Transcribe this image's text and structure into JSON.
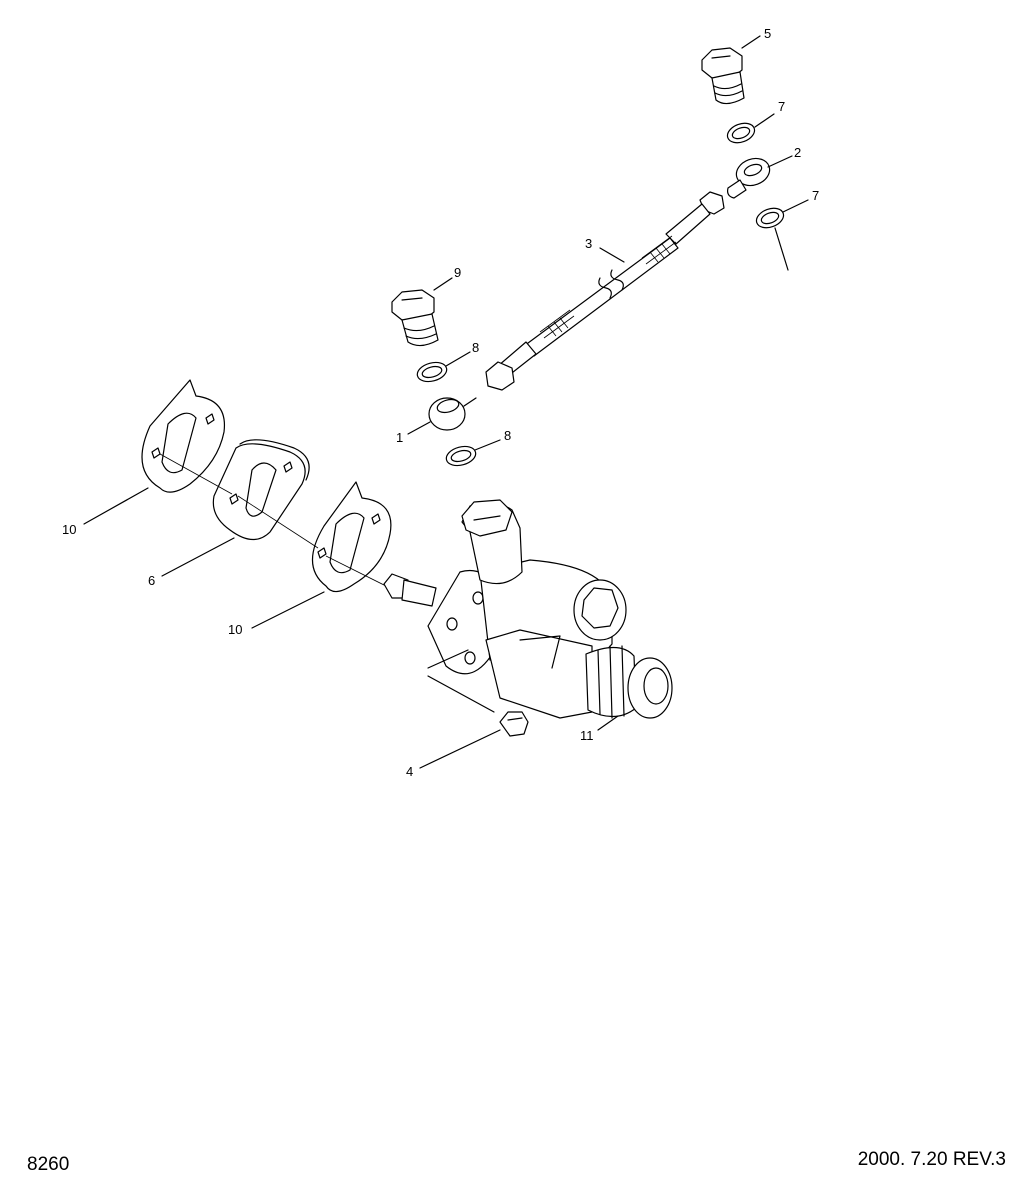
{
  "diagram": {
    "callouts": [
      {
        "id": "c1",
        "label": "1"
      },
      {
        "id": "c2",
        "label": "2"
      },
      {
        "id": "c3",
        "label": "3"
      },
      {
        "id": "c4",
        "label": "4"
      },
      {
        "id": "c5",
        "label": "5"
      },
      {
        "id": "c6",
        "label": "6"
      },
      {
        "id": "c7a",
        "label": "7"
      },
      {
        "id": "c7b",
        "label": "7"
      },
      {
        "id": "c8a",
        "label": "8"
      },
      {
        "id": "c8b",
        "label": "8"
      },
      {
        "id": "c9",
        "label": "9"
      },
      {
        "id": "c10a",
        "label": "10"
      },
      {
        "id": "c10b",
        "label": "10"
      },
      {
        "id": "c11",
        "label": "11"
      }
    ]
  },
  "footer": {
    "drawing_code": "8260",
    "revision": "2000. 7.20 REV.3"
  }
}
